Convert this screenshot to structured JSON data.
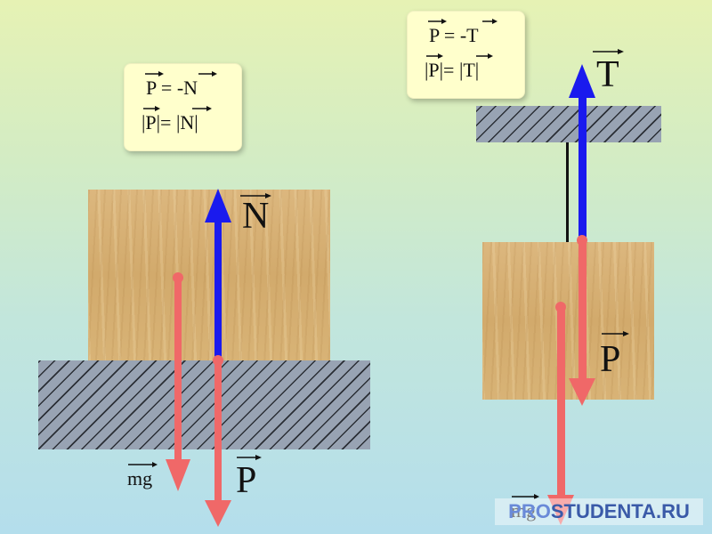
{
  "left_diagram": {
    "formula": {
      "equation": "P = -N",
      "magnitude": "|P|= |N|"
    },
    "labels": {
      "normal": "N",
      "gravity": "mg",
      "weight": "P"
    }
  },
  "right_diagram": {
    "formula": {
      "equation": "P = -T",
      "magnitude": "|P|= |T|"
    },
    "labels": {
      "tension": "T",
      "weight": "P",
      "gravity": "mg"
    }
  },
  "watermark": {
    "prefix": "PRO",
    "rest": "STUDENTA.RU"
  },
  "colors": {
    "normal_and_tension_arrow": "#1a1aee",
    "weight_and_gravity_arrow": "#f06868",
    "wood": "#d6ae72",
    "hatched_surface": "#98a3b3",
    "formula_box": "#ffffcc"
  }
}
